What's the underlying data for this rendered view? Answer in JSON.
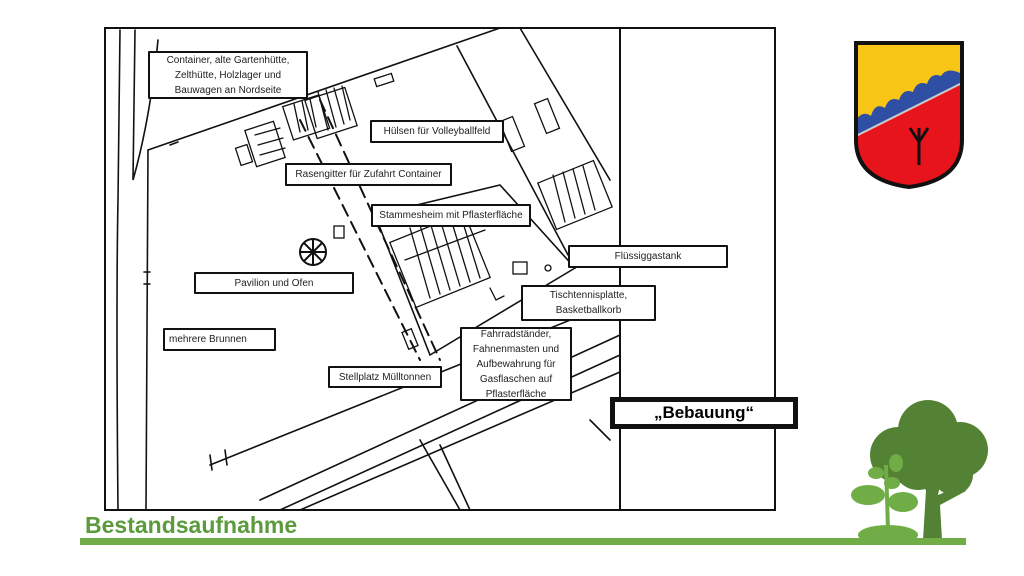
{
  "slide": {
    "title": "Bestandsaufnahme",
    "section_label": "„Bebauung“",
    "accent_color": "#70ad47"
  },
  "map": {
    "labels": [
      "Container, alte Gartenhütte, Zelthütte, Holzlager und Bauwagen an Nordseite",
      "Hülsen für Volleyballfeld",
      "Rasengitter für Zufahrt Container",
      "Stammesheim mit Pflasterfläche",
      "Flüssiggastank",
      "Pavilion und Ofen",
      "Tischtennisplatte, Basketballkorb",
      "mehrere Brunnen",
      "Fahrradständer, Fahnenmasten und Aufbewahrung für Gasflaschen auf Pflasterfläche",
      "Stellplatz Mülltonnen"
    ]
  },
  "icons": [
    "coat-of-arms-icon",
    "tree-icon",
    "seedling-icon"
  ]
}
